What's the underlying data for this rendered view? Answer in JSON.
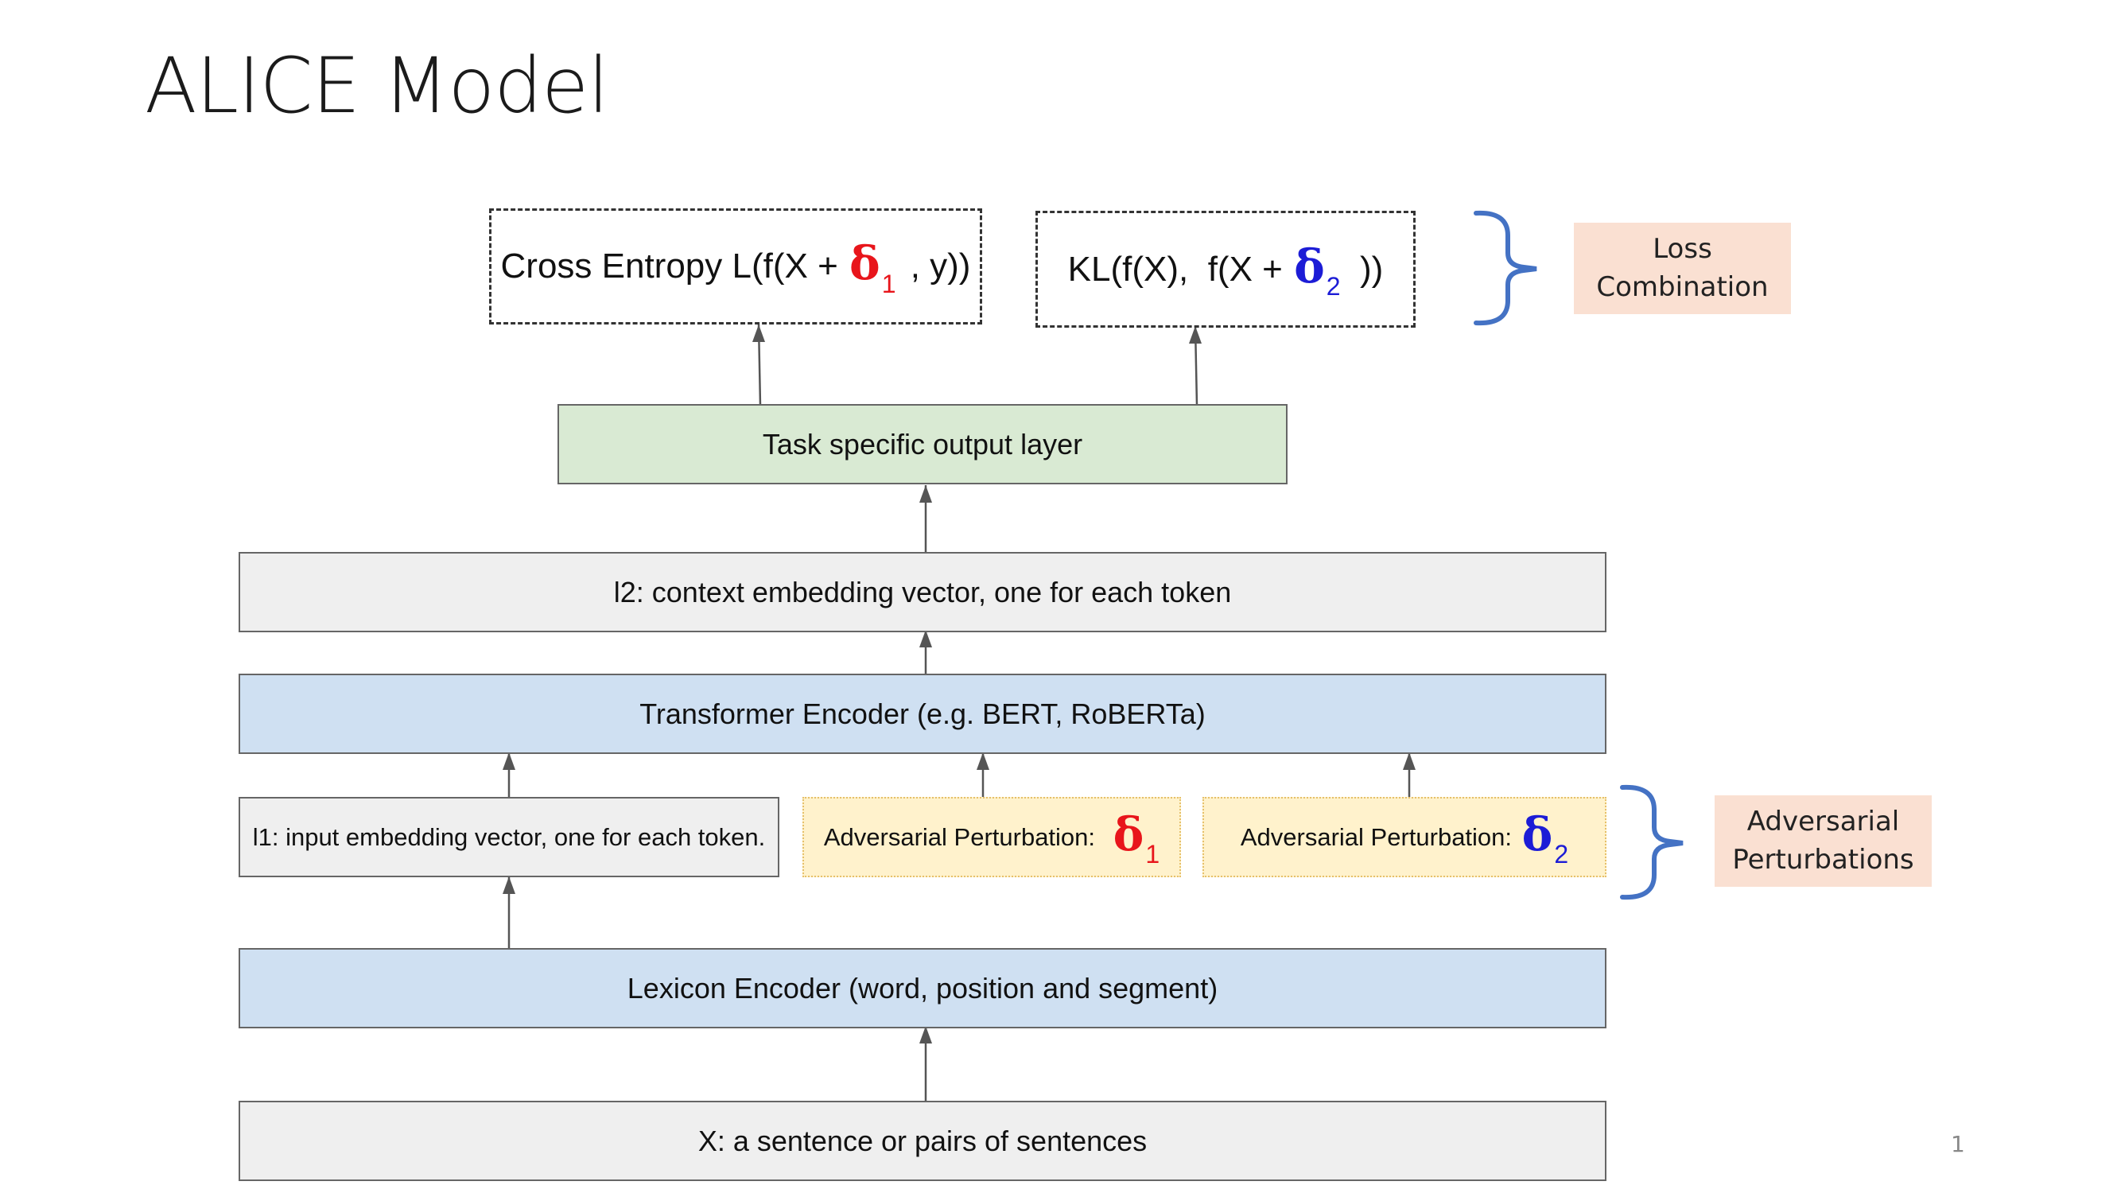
{
  "title": "ALICE Model",
  "page_number": "1",
  "loss_cross_entropy": {
    "prefix": "Cross Entropy L(f(X + ",
    "delta_symbol": "δ",
    "delta_subscript": "1",
    "suffix": " , y))"
  },
  "loss_kl": {
    "prefix": "KL(f(X),  f(X + ",
    "delta_symbol": "δ",
    "delta_subscript": "2",
    "suffix": "  ))"
  },
  "loss_combination_label": [
    "Loss",
    "Combination"
  ],
  "task_output_layer": "Task specific output layer",
  "context_embedding": "l2: context embedding vector, one for each token",
  "transformer_encoder": "Transformer Encoder (e.g. BERT, RoBERTa)",
  "input_embedding": "l1: input embedding vector, one for each token.",
  "perturbation_1": {
    "label": "Adversarial Perturbation: ",
    "delta_symbol": "δ",
    "delta_subscript": "1"
  },
  "perturbation_2": {
    "label": "Adversarial Perturbation: ",
    "delta_symbol": "δ",
    "delta_subscript": "2"
  },
  "adversarial_perturbations_label": [
    "Adversarial",
    "Perturbations"
  ],
  "lexicon_encoder": "Lexicon Encoder (word, position and segment)",
  "input_sentence": "X: a sentence or pairs of sentences",
  "colors": {
    "delta_1": "#e8151b",
    "delta_2": "#1c1cd6",
    "bracket": "#4472c4",
    "label_fill": "#fae0d2",
    "encoder_fill": "#cfe0f2",
    "output_fill": "#d9ead3",
    "perturbation_fill": "#fff2cc",
    "neutral_fill": "#efefef"
  }
}
